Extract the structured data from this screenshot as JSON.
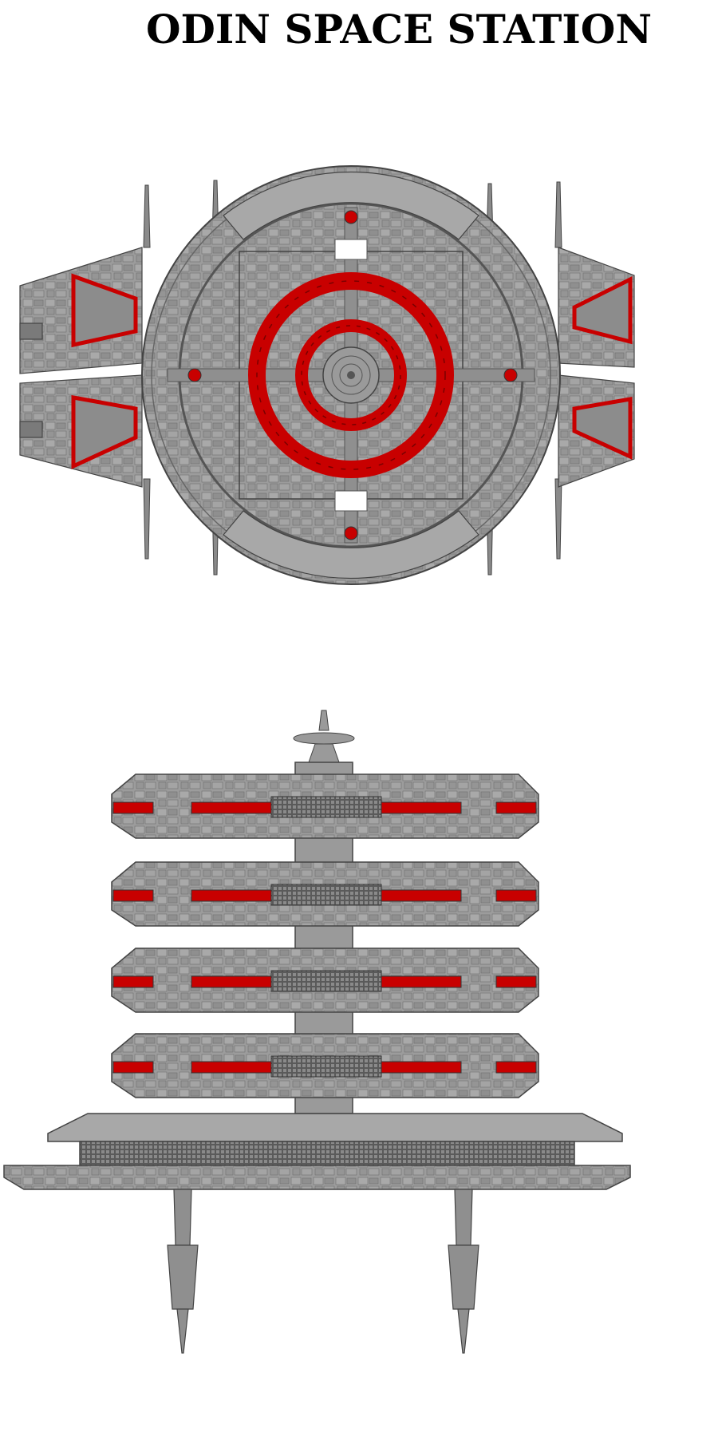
{
  "title": "ODIN SPACE STATION",
  "colors": {
    "hull": "#9a9a9a",
    "hull_light": "#b8b8b8",
    "hull_dark": "#6e6e6e",
    "panel_line": "#4a4a4a",
    "accent_red": "#c80000",
    "accent_dark_red": "#7a0000",
    "background": "#ffffff"
  },
  "views": [
    {
      "id": "top-view"
    },
    {
      "id": "side-view"
    }
  ]
}
